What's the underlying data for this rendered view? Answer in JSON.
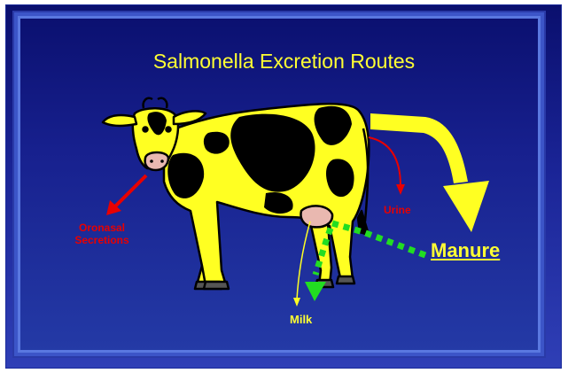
{
  "title": "Salmonella Excretion Routes",
  "labels": {
    "oronasal_line1": "Oronasal",
    "oronasal_line2": "Secretions",
    "urine": "Urine",
    "milk": "Milk",
    "manure": "Manure"
  },
  "colors": {
    "background_top": "#0a0f6e",
    "background_bottom": "#2f3fb6",
    "title": "#ffff33",
    "cow_body": "#ffff22",
    "cow_spots": "#000000",
    "red_arrow": "#e80000",
    "manure_arrow": "#ffff22",
    "dotted_path": "#22dd22"
  },
  "icons": {
    "cow": "cow-illustration",
    "oronasal": "arrow-down-left-icon",
    "urine": "curved-arrow-down-icon",
    "milk": "arrow-down-icon",
    "manure": "curved-arrow-down-icon",
    "path": "dotted-green-arrow-icon"
  }
}
